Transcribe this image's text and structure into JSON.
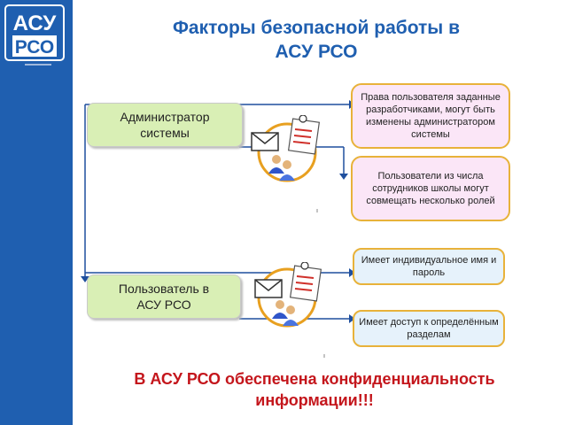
{
  "logo": {
    "top": "АСУ",
    "bottom": "РСО"
  },
  "title": "Факторы безопасной работы в\nАСУ РСО",
  "roles": {
    "admin": "Администратор\nсистемы",
    "user": "Пользователь в\nАСУ РСО"
  },
  "admin_notes": {
    "rights": "Права пользователя заданные разработчиками, могут быть изменены администратором системы",
    "combine": "Пользователи из числа сотрудников школы могут совмещать несколько ролей"
  },
  "user_notes": {
    "login": "Имеет индивидуальное имя и пароль",
    "access": "Имеет доступ к определённым разделам"
  },
  "footer": "В АСУ РСО обеспечена конфиденциальность\nинформации!!!",
  "colors": {
    "sidebar": "#1f5fb0",
    "title": "#1f5fb0",
    "footer": "#c4161c",
    "role_fill": "#d9efb5",
    "note_border": "#e8b23a"
  }
}
